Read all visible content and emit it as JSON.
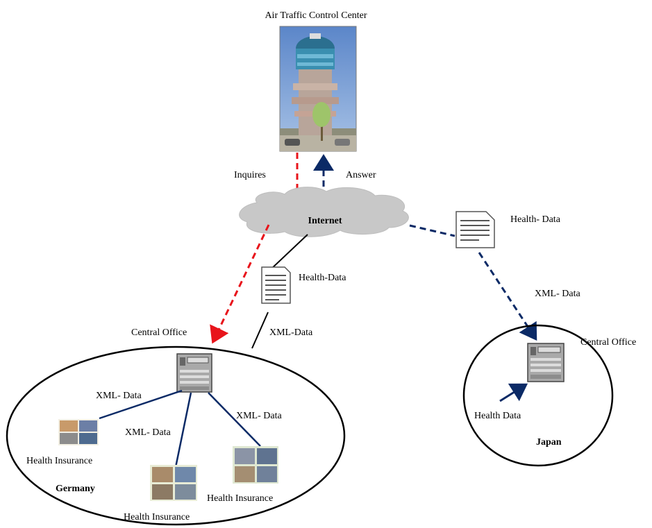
{
  "title": "Air Traffic Control Center",
  "internet_label": "Internet",
  "links": {
    "inquires": "Inquires",
    "answer": "Answer",
    "health_data_right": "Health- Data",
    "xml_data_right": "XML- Data",
    "health_data_left": "Health-Data",
    "xml_data_left": "XML-Data"
  },
  "germany": {
    "country": "Germany",
    "central_office": "Central Office",
    "xml_links": [
      "XML- Data",
      "XML- Data",
      "XML- Data"
    ],
    "insurers": [
      "Health Insurance",
      "Health Insurance",
      "Health Insurance"
    ]
  },
  "japan": {
    "country": "Japan",
    "central_office": "Central Office",
    "health_data": "Health Data"
  },
  "colors": {
    "inquiry_arrow": "#e8141b",
    "data_arrow": "#0b2a66",
    "cloud": "#c8c8c8",
    "outline": "#000000"
  },
  "icons": [
    "tower-photo",
    "cloud",
    "document-icon",
    "server-icon",
    "photo-thumbnail-icon"
  ]
}
